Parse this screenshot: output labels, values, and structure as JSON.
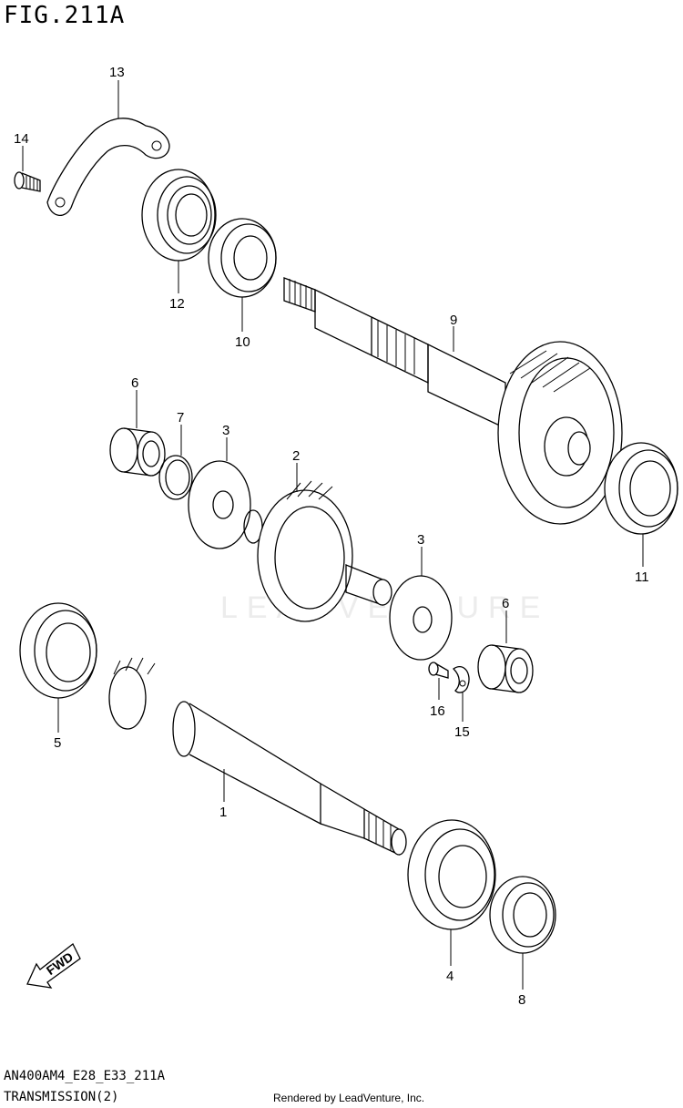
{
  "figure": {
    "title": "FIG.211A"
  },
  "footer": {
    "model_code": "AN400AM4_E28_E33_211A",
    "section_name": "TRANSMISSION(2)",
    "credit": "Rendered by LeadVenture, Inc."
  },
  "watermark": "LEADVENTURE",
  "fwd_label": "FWD",
  "callouts": [
    {
      "id": "c13",
      "label": "13"
    },
    {
      "id": "c14",
      "label": "14"
    },
    {
      "id": "c12",
      "label": "12"
    },
    {
      "id": "c10",
      "label": "10"
    },
    {
      "id": "c9",
      "label": "9"
    },
    {
      "id": "c6a",
      "label": "6"
    },
    {
      "id": "c7",
      "label": "7"
    },
    {
      "id": "c3a",
      "label": "3"
    },
    {
      "id": "c2",
      "label": "2"
    },
    {
      "id": "c11",
      "label": "11"
    },
    {
      "id": "c3b",
      "label": "3"
    },
    {
      "id": "c6b",
      "label": "6"
    },
    {
      "id": "c16",
      "label": "16"
    },
    {
      "id": "c15",
      "label": "15"
    },
    {
      "id": "c5",
      "label": "5"
    },
    {
      "id": "c1",
      "label": "1"
    },
    {
      "id": "c4",
      "label": "4"
    },
    {
      "id": "c8",
      "label": "8"
    }
  ]
}
